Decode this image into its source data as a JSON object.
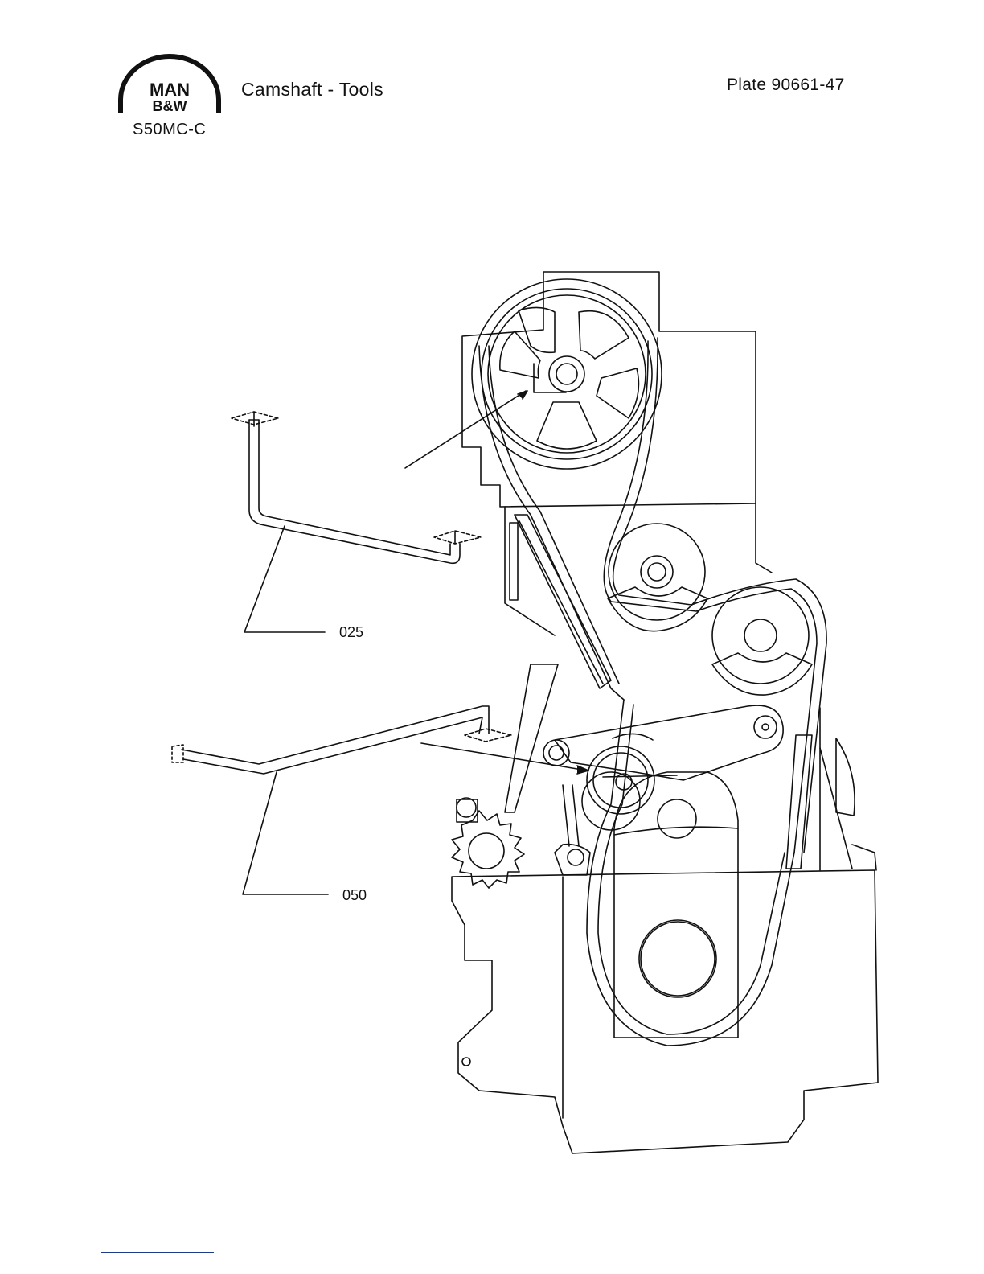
{
  "header": {
    "logo_line1": "MAN",
    "logo_line2": "B&W",
    "model": "S50MC-C",
    "title": "Camshaft - Tools",
    "plate": "Plate 90661-47"
  },
  "callouts": [
    {
      "id": "025",
      "label": "025"
    },
    {
      "id": "050",
      "label": "050"
    }
  ],
  "colors": {
    "ink": "#111111",
    "footer_line": "#1e3a8a"
  }
}
